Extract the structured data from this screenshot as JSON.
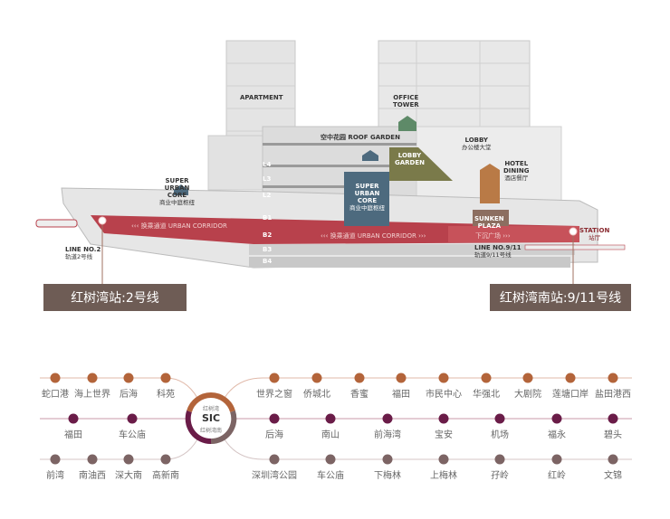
{
  "building": {
    "apartment": "APARTMENT",
    "office_tower": [
      "OFFICE",
      "TOWER"
    ],
    "roof_garden": "空中花园  ROOF GARDEN",
    "lobby": [
      "LOBBY",
      "办公楼大堂"
    ],
    "lobby_garden": [
      "LOBBY",
      "GARDEN"
    ],
    "hotel_dining": [
      "HOTEL",
      "DINING",
      "酒店餐厅"
    ],
    "super_urban_core_left": [
      "SUPER",
      "URBAN",
      "CORE",
      "商业中庭枢纽"
    ],
    "super_urban_core_center": [
      "SUPER",
      "URBAN",
      "CORE",
      "商业中庭枢纽"
    ],
    "sunken_plaza": [
      "SUNKEN",
      "PLAZA"
    ],
    "corridor_left": "‹‹‹ 换乘通道  URBAN CORRIDOR",
    "corridor_center": "‹‹‹ 换乘通道  URBAN CORRIDOR  ›››",
    "corridor_right": "下沉广场  ›››",
    "station": [
      "STATION",
      "站厅"
    ],
    "line2": [
      "LINE NO.2",
      "轨道2号线"
    ],
    "line911": [
      "LINE NO.9/11",
      "轨道9/11号线"
    ],
    "floors": [
      "L4",
      "L3",
      "L2",
      "B1",
      "B2",
      "B3",
      "B4"
    ]
  },
  "callouts": {
    "left": "红树湾站:2号线",
    "right": "红树湾南站:9/11号线"
  },
  "hub": {
    "top": "红树湾",
    "logo": "SIC",
    "bottom": "红树湾南"
  },
  "colors": {
    "line_orange": "#b3643a",
    "line_purple": "#6a1c48",
    "line_mauve": "#7c6464",
    "callout": "#6e5c55",
    "corridor": "#b8414c"
  },
  "metro": {
    "row1_left": [
      "蛇口港",
      "海上世界",
      "后海",
      "科苑"
    ],
    "row1_right": [
      "世界之窗",
      "侨城北",
      "香蜜",
      "福田",
      "市民中心",
      "华强北",
      "大剧院",
      "莲塘口岸",
      "盐田港西"
    ],
    "row2_left": [
      "福田",
      "车公庙"
    ],
    "row2_right": [
      "后海",
      "南山",
      "前海湾",
      "宝安",
      "机场",
      "福永",
      "碧头"
    ],
    "row3_left": [
      "前湾",
      "南油西",
      "深大南",
      "高新南"
    ],
    "row3_right": [
      "深圳湾公园",
      "车公庙",
      "下梅林",
      "上梅林",
      "孖岭",
      "红岭",
      "文锦"
    ]
  }
}
